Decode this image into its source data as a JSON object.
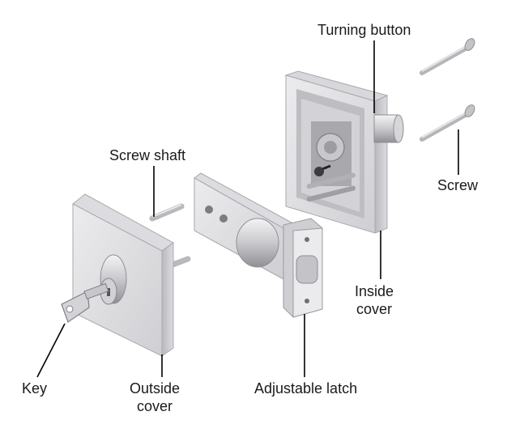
{
  "labels": {
    "turning_button": "Turning button",
    "screw_shaft": "Screw shaft",
    "screw": "Screw",
    "inside_cover_line1": "Inside",
    "inside_cover_line2": "cover",
    "key": "Key",
    "outside_cover_line1": "Outside",
    "outside_cover_line2": "cover",
    "adjustable_latch": "Adjustable latch"
  },
  "colors": {
    "metal_light": "#e4e4e6",
    "metal_mid": "#c6c6ca",
    "metal_dark": "#9a9a9f",
    "leader_line": "#000000"
  }
}
